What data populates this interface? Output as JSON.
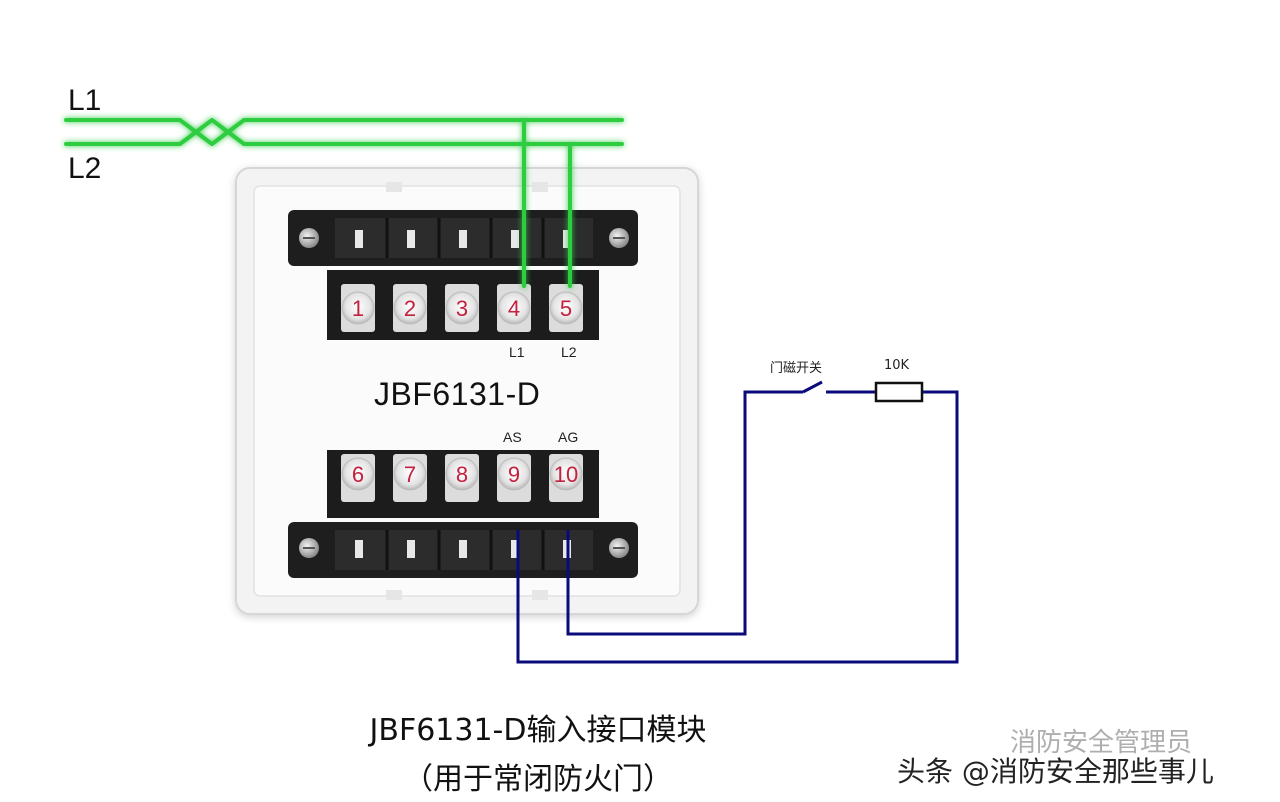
{
  "lines": {
    "l1": "L1",
    "l2": "L2"
  },
  "module": {
    "model": "JBF6131-D",
    "top_terminals": [
      "1",
      "2",
      "3",
      "4",
      "5"
    ],
    "bottom_terminals": [
      "6",
      "7",
      "8",
      "9",
      "10"
    ],
    "top_terminal_labels": {
      "t4": "L1",
      "t5": "L2"
    },
    "bottom_terminal_labels": {
      "t9": "AS",
      "t10": "AG"
    }
  },
  "circuit": {
    "switch_label": "门磁开关",
    "resistor_label": "10K"
  },
  "caption": {
    "title": "JBF6131-D输入接口模块",
    "subtitle": "（用于常闭防火门）"
  },
  "watermark": {
    "faint": "消防安全管理员",
    "main": "头条 @消防安全那些事儿"
  },
  "colors": {
    "bus_wire": "#2ecc40",
    "input_wire": "#0a0a7a",
    "terminal_block": "#1e1e1e",
    "terminal_number": "#c4203f"
  }
}
